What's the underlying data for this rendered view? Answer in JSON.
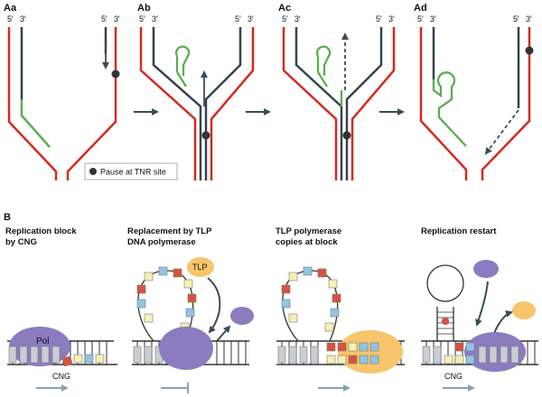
{
  "colors": {
    "parent_strand": "#d42a1e",
    "nascent_strand": "#34444f",
    "loop_strand": "#5aae4f",
    "arrow": "#3a4d57",
    "pause_dot": "#333333",
    "polymerase": "#8c7bbf",
    "tlp": "#f7c56b",
    "base_grey": "#c9ced3",
    "base_red": "#d9533a",
    "base_blue": "#8fc6e3",
    "base_cream": "#f7efb4",
    "direction_arrow": "#8aa3b3"
  },
  "panel_a": {
    "labels": [
      "Aa",
      "Ab",
      "Ac",
      "Ad"
    ],
    "strand_end_5": "5′",
    "strand_end_3": "3′",
    "legend": "Pause at TNR site"
  },
  "panel_b": {
    "label": "B",
    "captions": [
      [
        "Replication block",
        "by CNG"
      ],
      [
        "Replacement by TLP",
        "DNA polymerase"
      ],
      [
        "TLP polymerase",
        "copies at block"
      ],
      [
        "Replication restart"
      ]
    ],
    "pol_label": "Pol",
    "tlp_label": "TLP",
    "cng_label": "CNG"
  }
}
